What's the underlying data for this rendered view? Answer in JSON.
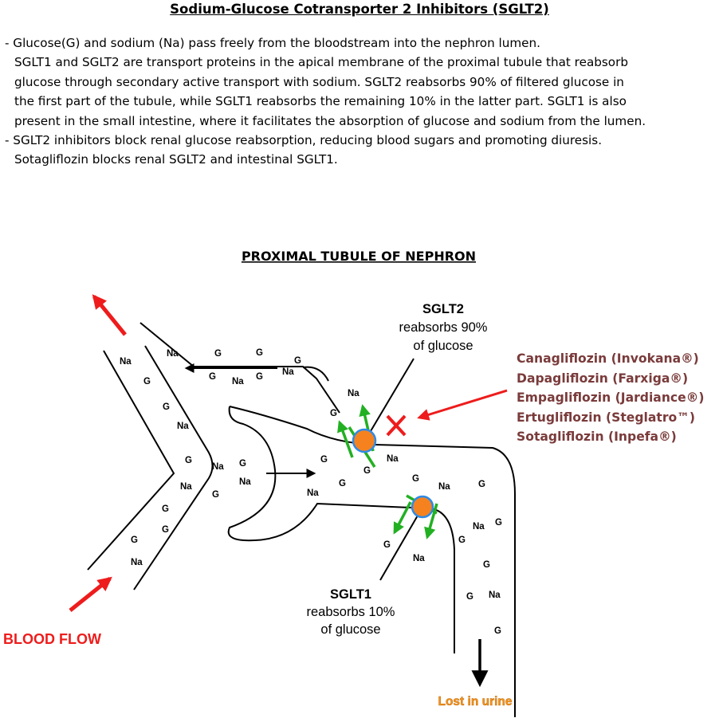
{
  "header": {
    "title": "Sodium-Glucose Cotransporter 2 Inhibitors (SGLT2)"
  },
  "description": {
    "lines": [
      "- Glucose(G) and sodium (Na) pass freely from the bloodstream into the nephron lumen.",
      "SGLT1 and SGLT2 are transport proteins in the apical membrane of the proximal tubule that reabsorb",
      "glucose through secondary active transport with sodium. SGLT2 reabsorbs 90% of filtered glucose in",
      "the first part of the tubule, while SGLT1 reabsorbs the remaining 10% in the latter part. SGLT1 is also",
      "present in the small intestine, where it facilitates the absorption of glucose and sodium from the lumen.",
      "- SGLT2 inhibitors block renal glucose reabsorption, reducing blood sugars and promoting diuresis.",
      "Sotagliflozin blocks renal SGLT2 and intestinal SGLT1."
    ]
  },
  "diagram": {
    "title": "PROXIMAL TUBULE OF NEPHRON",
    "sglt2": {
      "name": "SGLT2",
      "line1": "reabsorbs 90%",
      "line2": "of glucose"
    },
    "sglt1": {
      "name": "SGLT1",
      "line1": "reabsorbs 10%",
      "line2": "of glucose"
    },
    "blood_flow_label": "BLOOD FLOW",
    "lost_label": "Lost in urine",
    "drugs": [
      "Canagliflozin (Invokana®)",
      "Dapagliflozin (Farxiga®)",
      "Empagliflozin (Jardiance®)",
      "Ertugliflozin (Steglatro™)",
      "Sotagliflozin (Inpefa®)"
    ],
    "labels": {
      "glucose": "G",
      "sodium": "Na"
    }
  },
  "colors": {
    "arrow_red": "#ee1c1c",
    "transporter_fill": "#f5821f",
    "transporter_ring": "#2e8ae6",
    "transport_arrow": "#22b022",
    "drug_text": "#7a3b3b",
    "lost_text": "#f7941d"
  }
}
